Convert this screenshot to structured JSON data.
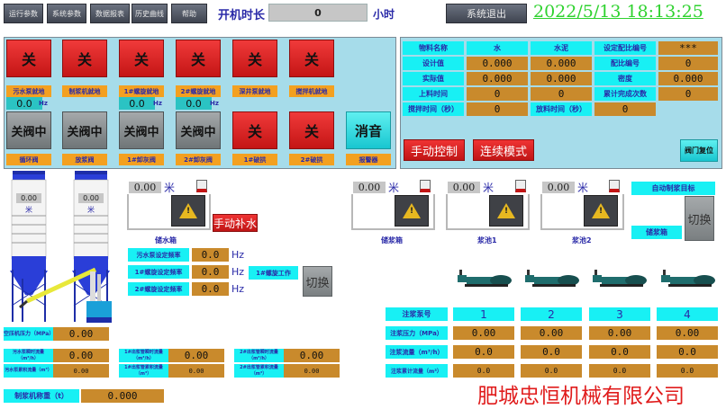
{
  "nav": [
    {
      "label": "运行参数"
    },
    {
      "label": "系统参数"
    },
    {
      "label": "数据报表"
    },
    {
      "label": "历史曲线"
    },
    {
      "label": "帮助"
    }
  ],
  "runtime": {
    "label": "开机时长",
    "value": "0",
    "unit": "小时"
  },
  "exit_label": "系统退出",
  "clock": "2022/5/13  18:13:25",
  "controls": {
    "top_buttons": [
      {
        "state": "关",
        "label": "污水泵就地",
        "hz": "0.0",
        "hz_unit": "Hz"
      },
      {
        "state": "关",
        "label": "制浆机就地"
      },
      {
        "state": "关",
        "label": "1#螺旋就地",
        "hz": "0.0",
        "hz_unit": "Hz"
      },
      {
        "state": "关",
        "label": "2#螺旋就地",
        "hz": "0.0",
        "hz_unit": "Hz"
      },
      {
        "state": "关",
        "label": "深井泵就地"
      },
      {
        "state": "关",
        "label": "搅拌机就地"
      }
    ],
    "bottom_buttons": [
      {
        "state": "关阀中",
        "label": "循环阀"
      },
      {
        "state": "关阀中",
        "label": "放浆阀"
      },
      {
        "state": "关阀中",
        "label": "1#卸灰阀"
      },
      {
        "state": "关阀中",
        "label": "2#卸灰阀"
      },
      {
        "state": "关",
        "label": "1#破拱"
      },
      {
        "state": "关",
        "label": "2#破拱"
      },
      {
        "state": "消音",
        "label": "报警器"
      }
    ]
  },
  "recipe": {
    "rows": [
      [
        "物料名称",
        "水",
        "水泥",
        "设定配比编号",
        "***"
      ],
      [
        "设计值",
        "0.000",
        "0.000",
        "配比编号",
        "0"
      ],
      [
        "实际值",
        "0.000",
        "0.000",
        "密度",
        "0.000"
      ],
      [
        "上料时间",
        "0",
        "0",
        "累计完成次数",
        "0"
      ],
      [
        "搅拌时间（秒）",
        "0",
        "放料时间（秒）",
        "0"
      ]
    ],
    "manual_label": "手动控制",
    "mode_label": "连续模式",
    "valve_reset_label": "阀门复位"
  },
  "silos": [
    {
      "value": "0.00",
      "unit": "米"
    },
    {
      "value": "0.00",
      "unit": "米"
    }
  ],
  "water_tank": {
    "value": "0.00",
    "unit": "米",
    "name": "储水箱",
    "refill_label": "手动补水"
  },
  "freq_settings": [
    {
      "label": "污水泵设定频率",
      "value": "0.0",
      "unit": "Hz"
    },
    {
      "label": "1#螺旋设定频率",
      "value": "0.0",
      "unit": "Hz"
    },
    {
      "label": "2#螺旋设定频率",
      "value": "0.0",
      "unit": "Hz"
    }
  ],
  "screw_work_label": "1#螺旋工作",
  "switch_label": "切换",
  "slurry_tanks": [
    {
      "value": "0.00",
      "unit": "米",
      "name": "储浆箱"
    },
    {
      "value": "0.00",
      "unit": "米",
      "name": "浆池1"
    },
    {
      "value": "0.00",
      "unit": "米",
      "name": "浆池2"
    }
  ],
  "auto_target": {
    "label": "自动制浆目标",
    "value": "储浆箱",
    "switch_label": "切换"
  },
  "pumps": {
    "headers": [
      "注浆泵号",
      "1",
      "2",
      "3",
      "4"
    ],
    "rows": [
      {
        "label": "注浆压力（MPa）",
        "values": [
          "0.00",
          "0.00",
          "0.00",
          "0.00"
        ]
      },
      {
        "label": "注浆流量（m³/h）",
        "values": [
          "0.0",
          "0.0",
          "0.0",
          "0.0"
        ]
      },
      {
        "label": "注浆累计流量（m³）",
        "values": [
          "0.0",
          "0.0",
          "0.0",
          "0.0"
        ]
      }
    ]
  },
  "compressor": {
    "label": "空压机压力（MPa）",
    "value": "0.00"
  },
  "flows": [
    {
      "inst_label": "污水泵瞬时流量（m³/h）",
      "inst_value": "0.00",
      "acc_label": "污水泵累积流量（m³）",
      "acc_value": "0.00"
    },
    {
      "inst_label": "1#出浆管瞬时流量（m³/h）",
      "inst_value": "0.00",
      "acc_label": "1#出浆管累积流量（m³）",
      "acc_value": "0.00"
    },
    {
      "inst_label": "2#出浆管瞬时流量（m³/h）",
      "inst_value": "0.00",
      "acc_label": "2#出浆管累积流量（m³）",
      "acc_value": "0.00"
    }
  ],
  "mixer_weight": {
    "label": "制浆机称重（t）",
    "value": "0.000"
  },
  "company": "肥城忠恒机械有限公司"
}
